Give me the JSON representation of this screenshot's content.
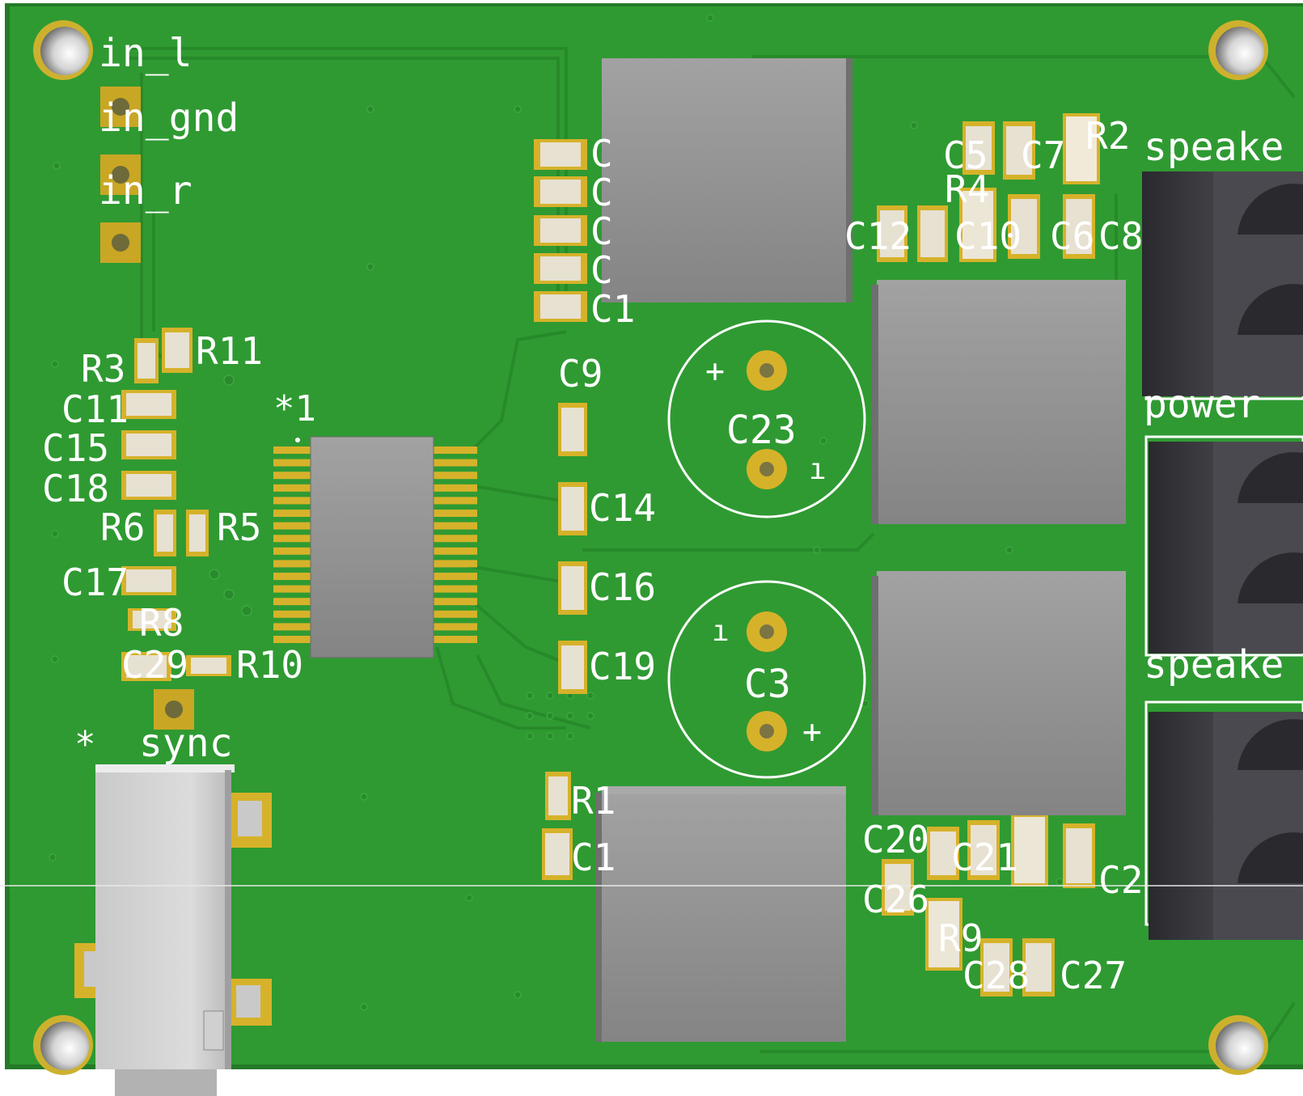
{
  "colors": {
    "board": "#2f9a32",
    "board_edge": "#247a27",
    "copper_trace": "#2a8c2d",
    "gold_pad": "#d6b22a",
    "silkscreen": "#ffffff",
    "ic_body": "#8d8d8d",
    "connector_body": "#3b3a40"
  },
  "labels": {
    "in_l": "in_l",
    "in_gnd": "in_gnd",
    "in_r": "in_r",
    "sync": "sync",
    "star": "*",
    "u1_ref": "*1",
    "speaker_top": "speake",
    "power": "power",
    "speaker_bottom": "speake"
  },
  "refs": {
    "R11": "R11",
    "R3": "R3",
    "C11": "C11",
    "C15": "C15",
    "C18": "C18",
    "R6": "R6",
    "R5": "R5",
    "C17": "C17",
    "R8": "R8",
    "C29": "C29",
    "R10": "R10",
    "C9": "C9",
    "C14": "C14",
    "C16": "C16",
    "C19": "C19",
    "C23": "C23",
    "C3": "C3",
    "R1": "R1",
    "C1": "C1",
    "R2": "R2",
    "R4": "R4",
    "C5": "C5",
    "C7": "C7",
    "C8": "C8",
    "C12": "C12",
    "C10": "C10",
    "C6": "C6",
    "C20": "C20",
    "C26": "C26",
    "C21": "C21",
    "C2": "C2",
    "R9": "R9",
    "C28": "C28",
    "C27": "C27",
    "C_col1": "C",
    "C_col2": "C",
    "C_col3": "C",
    "C_col4": "C",
    "C_col5": "C1"
  },
  "polarity": {
    "plus": "+",
    "minus": "ı"
  }
}
